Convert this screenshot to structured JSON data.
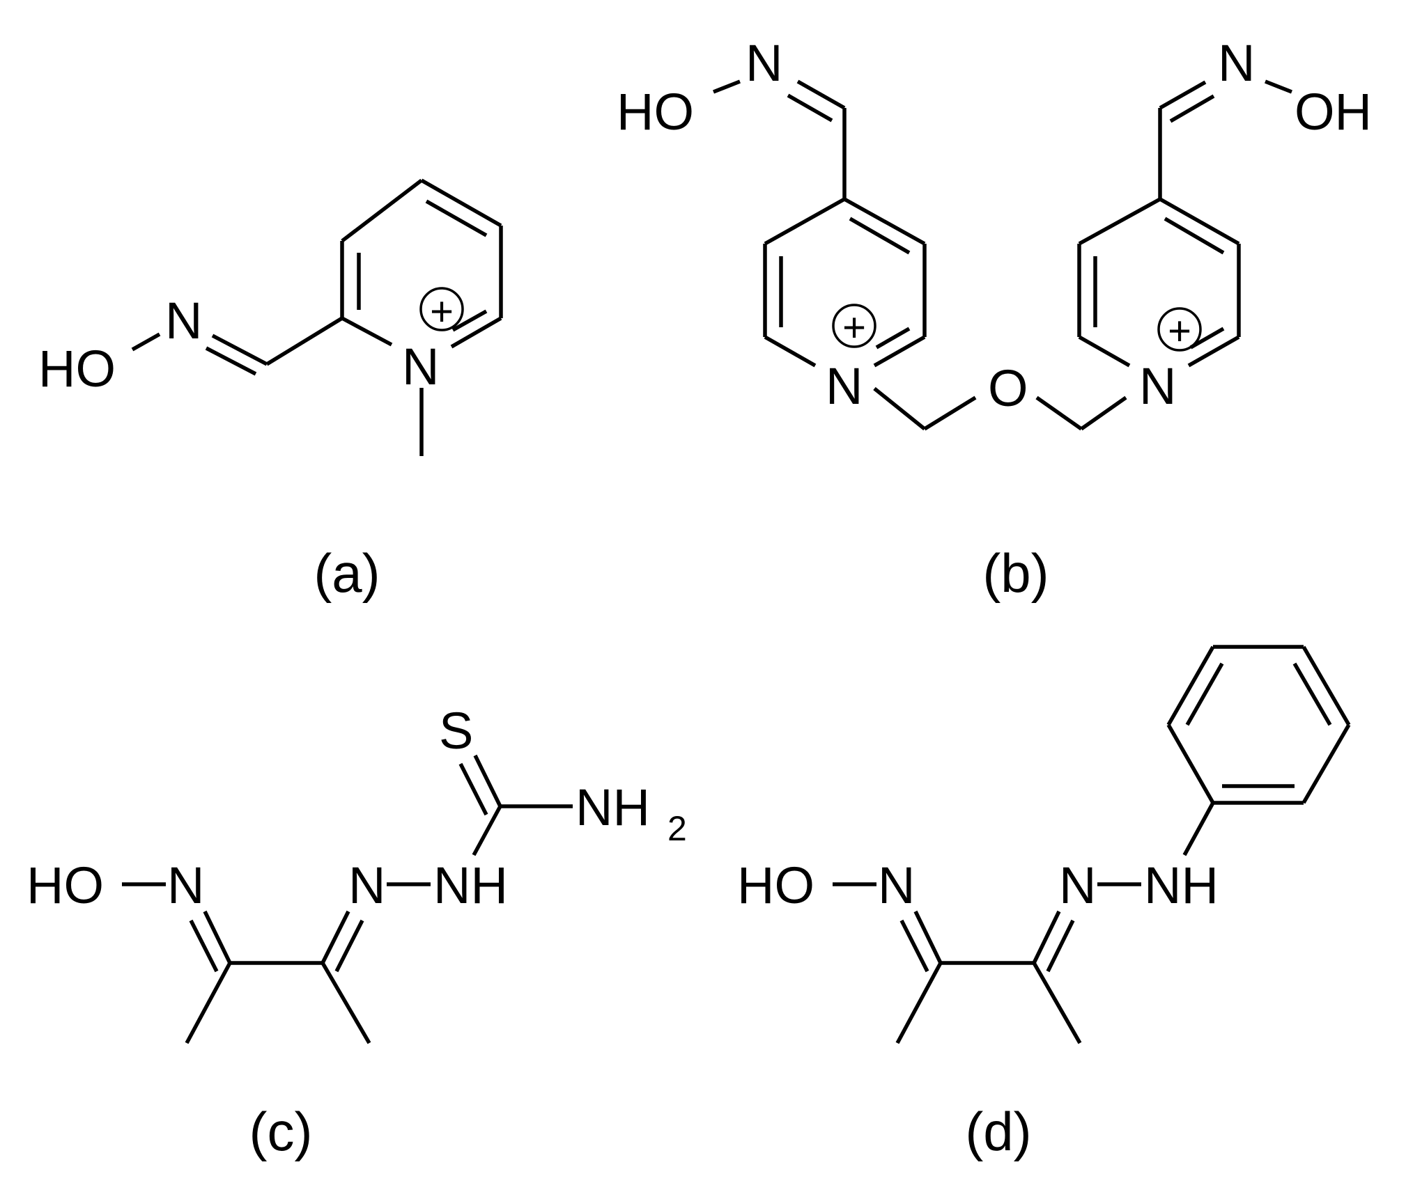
{
  "structures": {
    "a": {
      "caption": "(a)",
      "atoms": {
        "n_ring": "N",
        "n_oxime": "N",
        "ho": "HO",
        "charge": "+"
      }
    },
    "b": {
      "caption": "(b)",
      "atoms": {
        "n_ring_left": "N",
        "n_ring_right": "N",
        "o_bridge": "O",
        "n_oxime_left": "N",
        "ho_left": "HO",
        "n_oxime_right": "N",
        "oh_right": "OH",
        "charge": "+"
      }
    },
    "c": {
      "caption": "(c)",
      "atoms": {
        "ho": "HO",
        "n_oxime": "N",
        "n_hydrazone": "N",
        "nh": "NH",
        "s": "S",
        "nh2": "NH",
        "nh2_sub": "2"
      }
    },
    "d": {
      "caption": "(d)",
      "atoms": {
        "ho": "HO",
        "n_oxime": "N",
        "n_hydrazone": "N",
        "nh": "NH"
      }
    }
  }
}
